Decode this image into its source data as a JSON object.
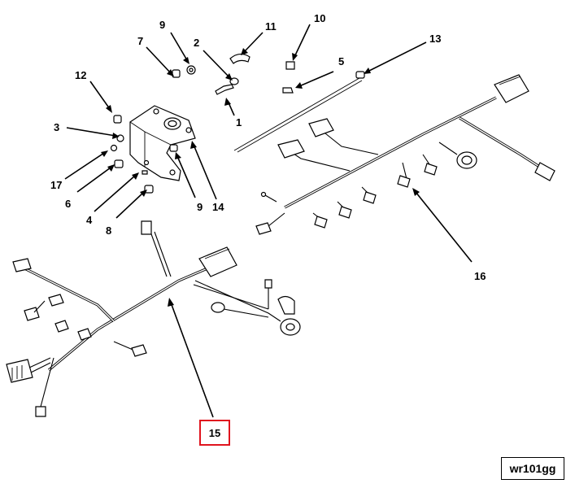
{
  "figure_id": "wr101gg",
  "highlight_color": "#e0141e",
  "highlighted_callout": "15",
  "callouts": {
    "c1": "1",
    "c2": "2",
    "c3": "3",
    "c4": "4",
    "c5": "5",
    "c6": "6",
    "c7": "7",
    "c8": "8",
    "c9a": "9",
    "c9b": "9",
    "c10": "10",
    "c11": "11",
    "c12": "12",
    "c13": "13",
    "c14": "14",
    "c16": "16",
    "c17": "17"
  }
}
